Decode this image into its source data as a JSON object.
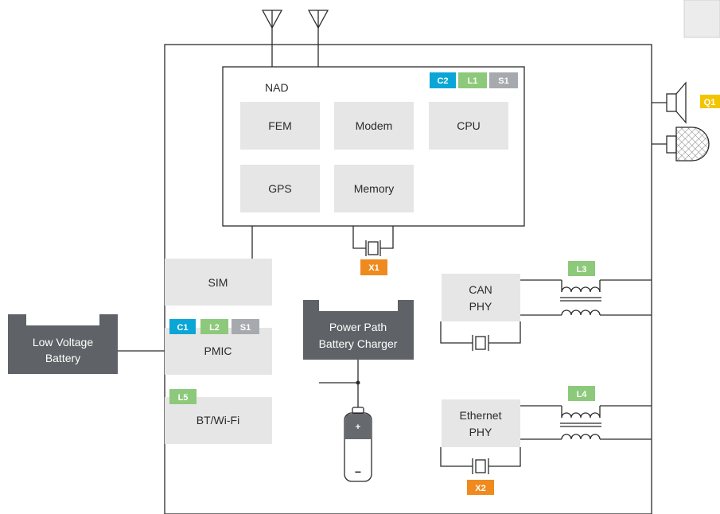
{
  "colors": {
    "block_fill": "#e6e6e6",
    "dark_block": "#5f6266",
    "line": "#2b2b2b",
    "badge_blue": "#0aa6d6",
    "badge_green": "#8cc97a",
    "badge_gray": "#a6a9ad",
    "badge_orange": "#ef8a1e",
    "badge_yellow": "#f3c400"
  },
  "nad": {
    "title": "NAD",
    "blocks": {
      "fem": "FEM",
      "modem": "Modem",
      "cpu": "CPU",
      "gps": "GPS",
      "memory": "Memory"
    },
    "badges": {
      "c": "C2",
      "l": "L1",
      "s": "S1"
    }
  },
  "crystal_x1": "X1",
  "sim": "SIM",
  "pmic": {
    "label": "PMIC",
    "badges": {
      "c": "C1",
      "l": "L2",
      "s": "S1"
    }
  },
  "bt_wifi": {
    "label": "BT/Wi-Fi",
    "badge": "L5"
  },
  "power_path": {
    "line1": "Power Path",
    "line2": "Battery Charger"
  },
  "low_voltage_battery": {
    "line1": "Low Voltage",
    "line2": "Battery"
  },
  "battery_cell": {
    "plus": "+",
    "minus": "−"
  },
  "can_phy": {
    "line1": "CAN",
    "line2": "PHY",
    "badge": "L3"
  },
  "ethernet_phy": {
    "line1": "Ethernet",
    "line2": "PHY",
    "badge": "L4",
    "crystal": "X2"
  },
  "speaker_badge": "Q1",
  "icons": [
    "antenna-icon",
    "crystal-icon",
    "inductor-icon",
    "speaker-icon",
    "microphone-icon",
    "battery-icon"
  ]
}
